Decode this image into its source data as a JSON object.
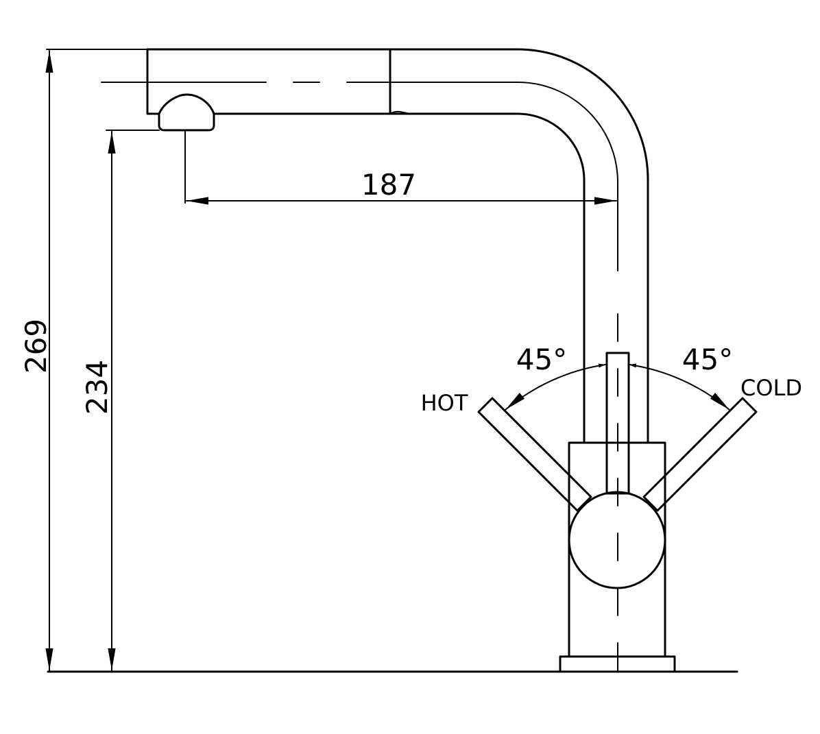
{
  "dimensions": {
    "total_height": "269",
    "spout_height": "234",
    "reach": "187",
    "hot_angle": "45°",
    "cold_angle": "45°"
  },
  "labels": {
    "hot": "HOT",
    "cold": "COLD"
  },
  "colors": {
    "line": "#000000",
    "background": "#ffffff"
  }
}
